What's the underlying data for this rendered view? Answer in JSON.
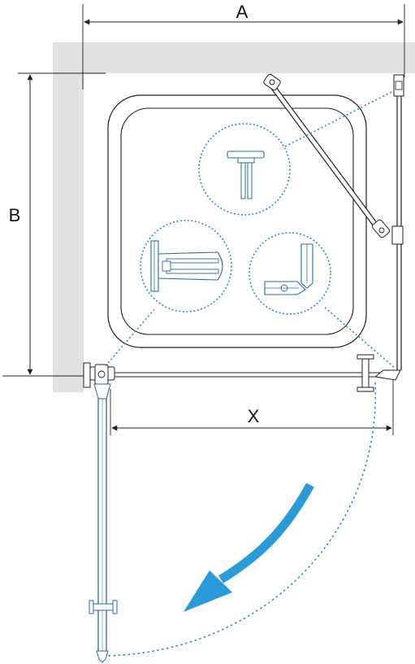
{
  "dimensions": {
    "width_label": "A",
    "depth_label": "B",
    "opening_label": "X"
  },
  "colors": {
    "wall": "#e2e2e2",
    "line": "#222222",
    "detail_blue": "#2a8fc6",
    "arrow": "#2a9ad8",
    "glass": "#8ab8dc"
  },
  "icons": {
    "door_swing": "curved-arrow-icon",
    "detail_top": "hinge-detail-icon",
    "detail_left": "wall-profile-detail-icon",
    "detail_right": "magnetic-seal-detail-icon"
  }
}
